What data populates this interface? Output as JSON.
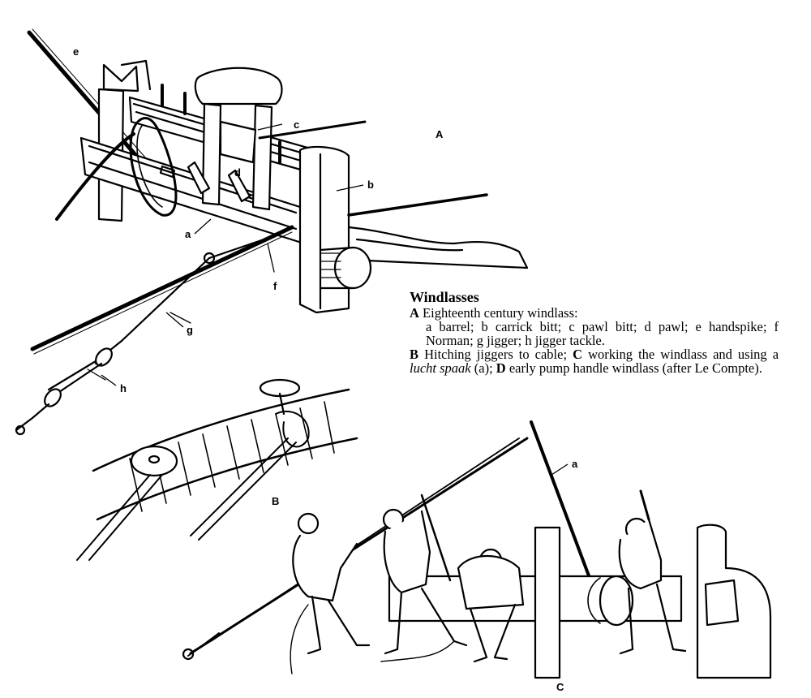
{
  "caption": {
    "title": "Windlasses",
    "a_letter": "A",
    "a_text": "Eighteenth century windlass:",
    "a_parts": "a barrel; b carrick bitt; c pawl bitt; d pawl; e handspike; f Norman; g jigger; h jigger tackle.",
    "b_letter": "B",
    "b_text": "Hitching jiggers to cable;",
    "c_letter": "C",
    "c_text_1": "working the windlass and using a",
    "c_italic": "lucht spaak",
    "c_text_2": "(a);",
    "d_letter": "D",
    "d_text": "early pump handle windlass (after Le Compte)."
  },
  "figure_labels": {
    "A": "A",
    "B": "B",
    "C": "C",
    "a_fig_a": "a",
    "b": "b",
    "c": "c",
    "d": "d",
    "e": "e",
    "f": "f",
    "g": "g",
    "h": "h",
    "a_fig_c": "a"
  }
}
